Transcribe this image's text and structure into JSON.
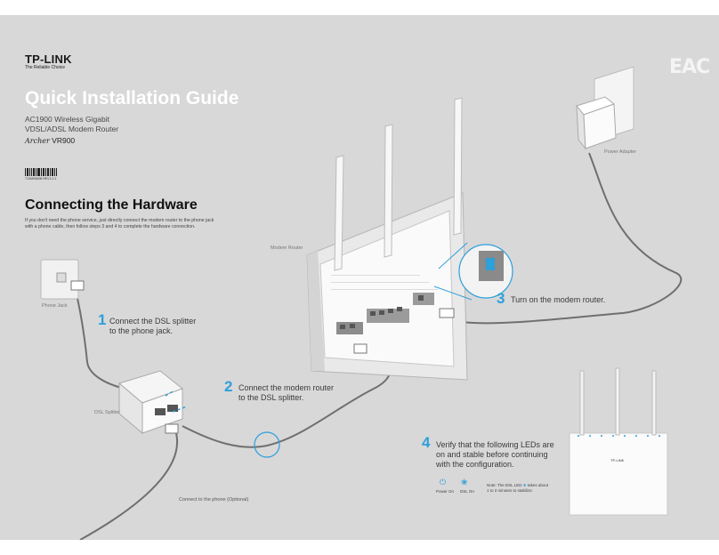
{
  "brand": {
    "logo": "TP-LINK",
    "tagline": "The Reliable Choice",
    "certification_mark": "EAC"
  },
  "guide": {
    "title": "Quick Installation Guide",
    "subtitle_line1": "AC1900 Wireless Gigabit",
    "subtitle_line2": "VDSL/ADSL Modem Router",
    "model_brand": "Archer",
    "model_number": "VR900",
    "barcode_text": "7106505698   REV1.0.1"
  },
  "section": {
    "heading": "Connecting the Hardware",
    "intro": "If you don't need the phone service, just directly connect the modem router to the phone jack with a phone cable, then follow steps 3 and 4 to complete the hardware connection."
  },
  "labels": {
    "phone_jack": "Phone Jack",
    "dsl_splitter": "DSL Splitter",
    "modem_router": "Modem Router",
    "power_adapter": "Power Adapter",
    "connect_phone": "Connect to the phone (Optional)"
  },
  "steps": [
    {
      "number": "1",
      "line1": "Connect the DSL splitter",
      "line2": "to the phone jack."
    },
    {
      "number": "2",
      "line1": "Connect the modem router",
      "line2": "to the DSL splitter."
    },
    {
      "number": "3",
      "line1": "Turn on the modem router.",
      "line2": ""
    },
    {
      "number": "4",
      "line1": "Verify that the following LEDs are",
      "line2": "on and stable before continuing",
      "line3": "with the configuration."
    }
  ],
  "leds": {
    "power_label": "Power On",
    "dsl_label": "DSL On",
    "note_line1": "Note: The DSL LED",
    "note_line1b": "takes about",
    "note_line2": "1 to 2 minutes to stabilize."
  },
  "router_badge": "TP-LINK",
  "colors": {
    "accent": "#2d9fd9",
    "background": "#d8d8d9",
    "cable": "#7a7a7a"
  }
}
